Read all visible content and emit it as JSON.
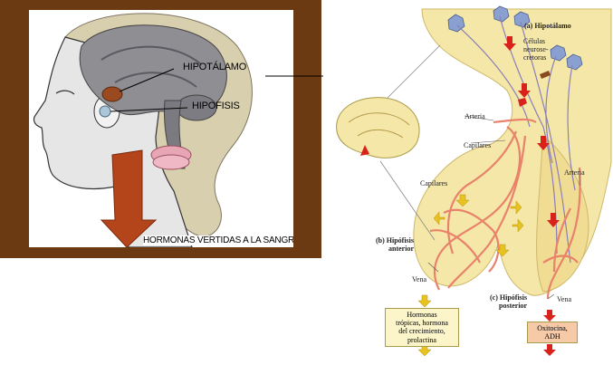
{
  "left_panel": {
    "labels": {
      "hypothalamus": "HIPOTÁLAMO",
      "pituitary": "HIPOFISIS",
      "hormones": "HORMONAS VERTIDAS A LA SANGRE"
    },
    "colors": {
      "frame": "#6b3a12",
      "arrow": "#b4441a"
    }
  },
  "right_panel": {
    "labels": {
      "hypothalamus": "(a) Hipotálamo",
      "neurosecretory": [
        "Células",
        "neurose-",
        "cretoras"
      ],
      "artery_top": "Arteria",
      "capillaries_top": "Capilares",
      "capillaries_mid": "Capilares",
      "artery_right": "Arteria",
      "anterior_pituitary": [
        "(b) Hipófisis",
        "anterior"
      ],
      "vein_left": "Vena",
      "posterior_pituitary": [
        "(c) Hipófisis",
        "posterior"
      ],
      "vein_right": "Vena"
    },
    "callouts": {
      "anterior_hormones": [
        "Hormonas",
        "trópicas, hormona",
        "del crecimiento,",
        "prolactina"
      ],
      "posterior_hormones": [
        "Oxitocina,",
        "ADH"
      ]
    },
    "colors": {
      "gland": "#f5e7a8",
      "vessel": "#e9826a",
      "neuron": "#8aa0d0",
      "arrow_red": "#d9221c",
      "arrow_yellow": "#e8c21e",
      "callout_left_bg": "#fbf5c9",
      "callout_right_bg": "#f6c9a7"
    }
  }
}
